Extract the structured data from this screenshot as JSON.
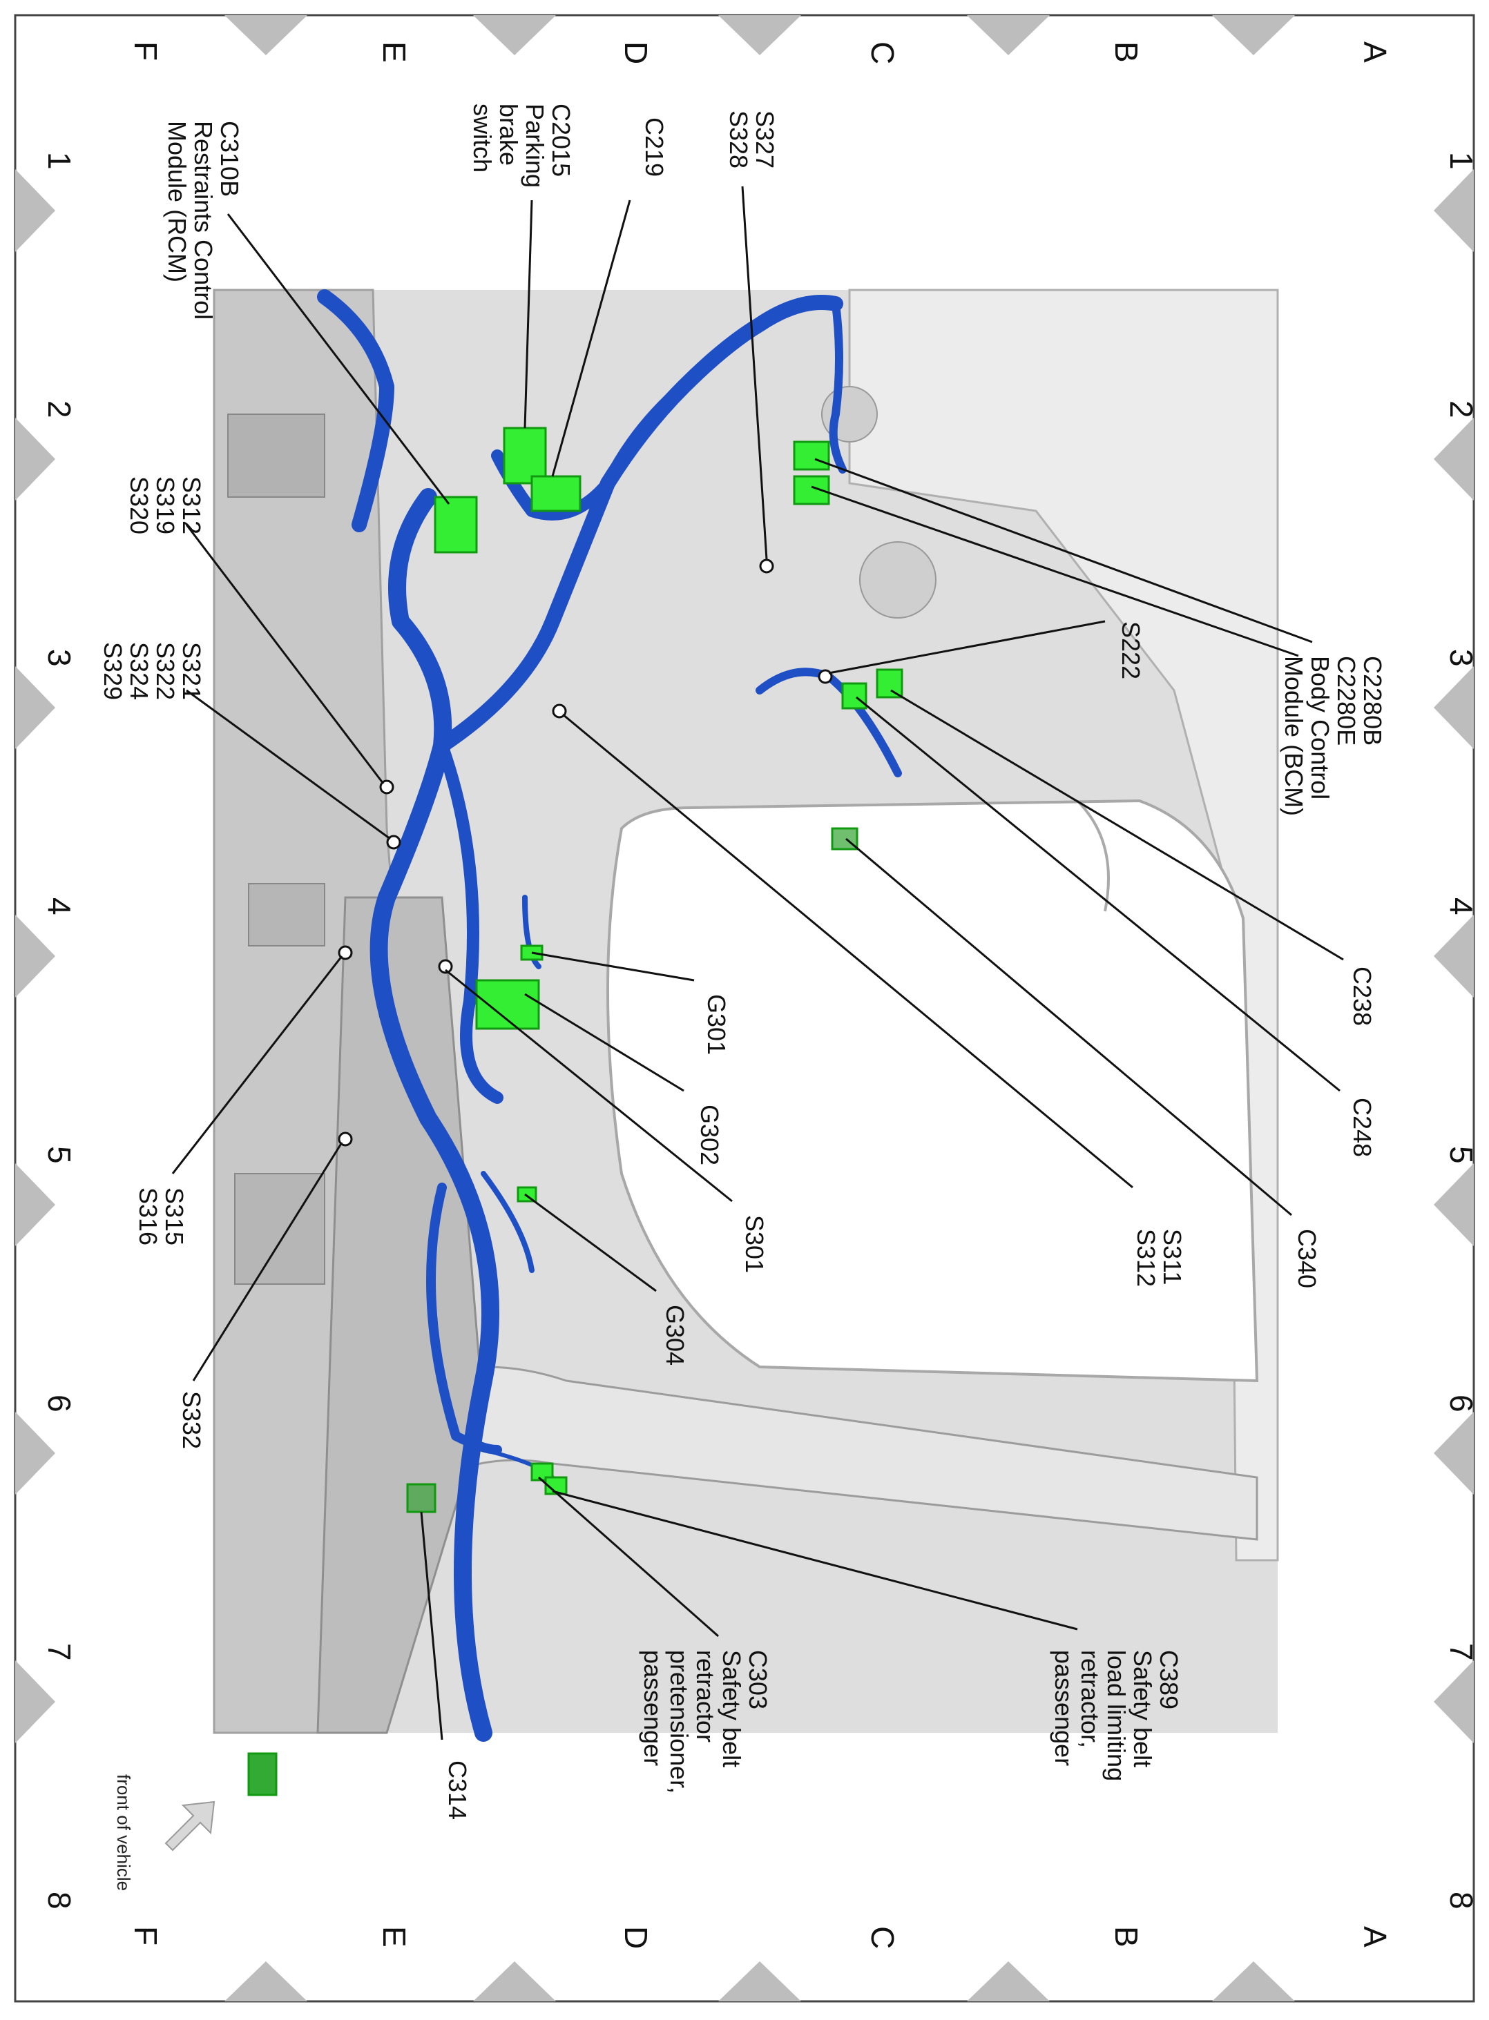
{
  "grid": {
    "letters": [
      "A",
      "B",
      "C",
      "D",
      "E",
      "F"
    ],
    "numbers": [
      "1",
      "2",
      "3",
      "4",
      "5",
      "6",
      "7",
      "8"
    ]
  },
  "callouts": {
    "s327_s328": [
      "S327",
      "S328"
    ],
    "c219": [
      "C219"
    ],
    "c2015": [
      "C2015",
      "Parking",
      "brake",
      "switch"
    ],
    "c310b": [
      "C310B",
      "Restraints Control",
      "Module (RCM)"
    ],
    "s312_group": [
      "S312",
      "S319",
      "S320"
    ],
    "s321_group": [
      "S321",
      "S322",
      "S324",
      "S329"
    ],
    "s315_s316": [
      "S315",
      "S316"
    ],
    "s332": [
      "S332"
    ],
    "c314": [
      "C314"
    ],
    "c303": [
      "C303",
      "Safety belt",
      "retractor",
      "pretensioner,",
      "passenger"
    ],
    "c389": [
      "C389",
      "Safety belt",
      "load limiting",
      "retractor,",
      "passenger"
    ],
    "g304": [
      "G304"
    ],
    "s301": [
      "S301"
    ],
    "g302": [
      "G302"
    ],
    "g301": [
      "G301"
    ],
    "s311_s312": [
      "S311",
      "S312"
    ],
    "c340": [
      "C340"
    ],
    "c248": [
      "C248"
    ],
    "c238": [
      "C238"
    ],
    "s222": [
      "S222"
    ],
    "c2280": [
      "C2280B",
      "C2280E",
      "Body Control",
      "Module (BCM)"
    ]
  },
  "orientation": {
    "label": "front of vehicle",
    "arrow_icon": "arrow-up-right-icon"
  },
  "colors": {
    "harness": "#1f4fc4",
    "harness_highlight": "#5b86e8",
    "connector": "#33ee33",
    "body_panel": "#d4d4d4",
    "grid_marker": "#b8b8b8"
  }
}
